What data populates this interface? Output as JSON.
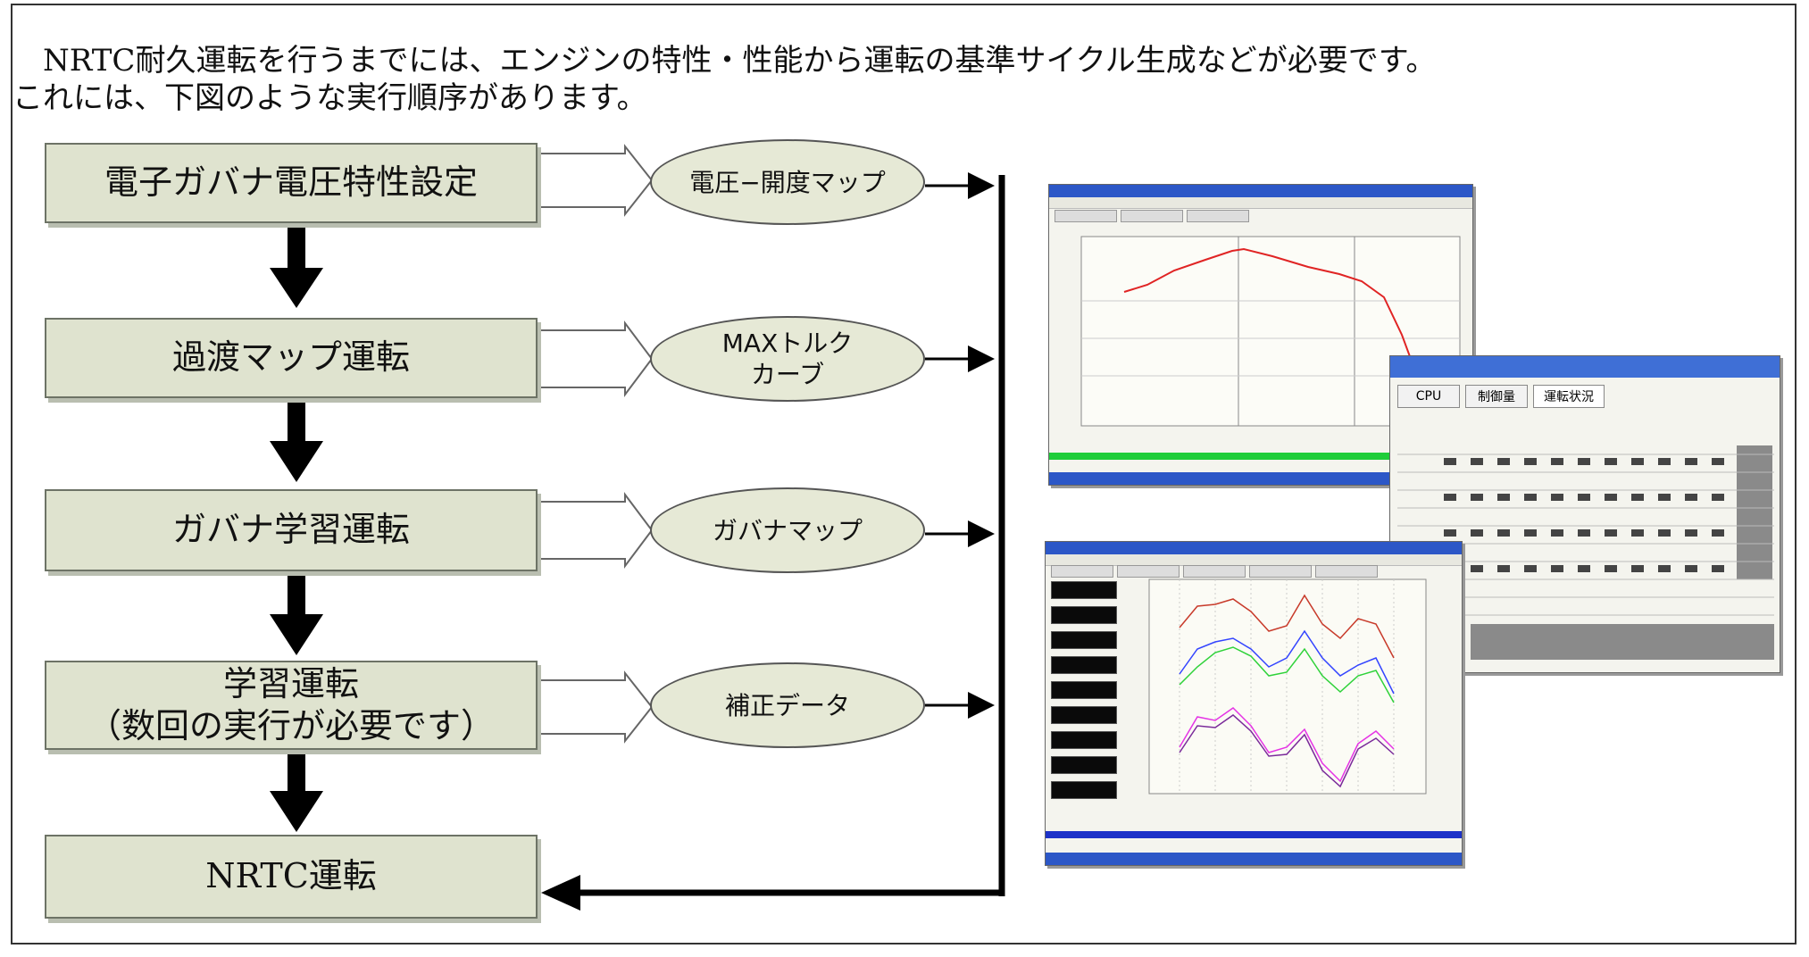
{
  "intro": {
    "line1": "NRTC耐久運転を行うまでには、エンジンの特性・性能から運転の基準サイクル生成などが必要です。",
    "line2": "これには、下図のような実行順序があります。"
  },
  "steps": [
    {
      "label": "電子ガバナ電圧特性設定"
    },
    {
      "label": "過渡マップ運転"
    },
    {
      "label": "ガバナ学習運転"
    },
    {
      "label": "学習運転\n（数回の実行が必要です）"
    },
    {
      "label": "NRTC運転"
    }
  ],
  "outputs": [
    {
      "label": "電圧−開度マップ"
    },
    {
      "label": "MAXトルク\nカーブ"
    },
    {
      "label": "ガバナマップ"
    },
    {
      "label": "補正データ"
    }
  ],
  "colors": {
    "box_fill": "#dfe3cf",
    "oval_fill": "#e6e9d6",
    "window_title": "#2c57c7",
    "curve_red": "#e02424",
    "trace_green": "#2fd23a",
    "trace_blue": "#3344ff",
    "trace_magenta": "#e533e5"
  },
  "screenshots": {
    "table_window": {
      "tabs": [
        "CPU",
        "制御量",
        "運転状況"
      ]
    }
  }
}
